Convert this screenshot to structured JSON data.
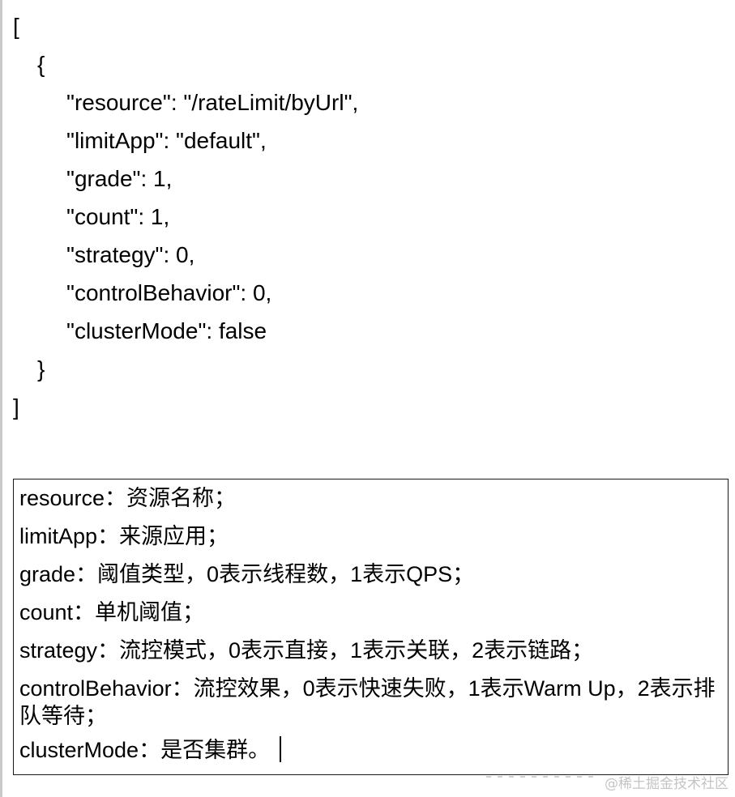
{
  "code": {
    "lines": [
      "[",
      "{",
      "\"resource\": \"/rateLimit/byUrl\",",
      "\"limitApp\": \"default\",",
      "\"grade\": 1,",
      "\"count\": 1,",
      "\"strategy\": 0,",
      "\"controlBehavior\": 0,",
      "\"clusterMode\": false",
      "}",
      "]"
    ]
  },
  "notes": [
    "resource：资源名称；",
    "limitApp：来源应用；",
    "grade：阈值类型，0表示线程数，1表示QPS；",
    "count：单机阈值；",
    "strategy：流控模式，0表示直接，1表示关联，2表示链路；",
    "controlBehavior：流控效果，0表示快速失败，1表示Warm Up，2表示排队等待；",
    "clusterMode：是否集群。"
  ],
  "watermark": "@稀土掘金技术社区"
}
